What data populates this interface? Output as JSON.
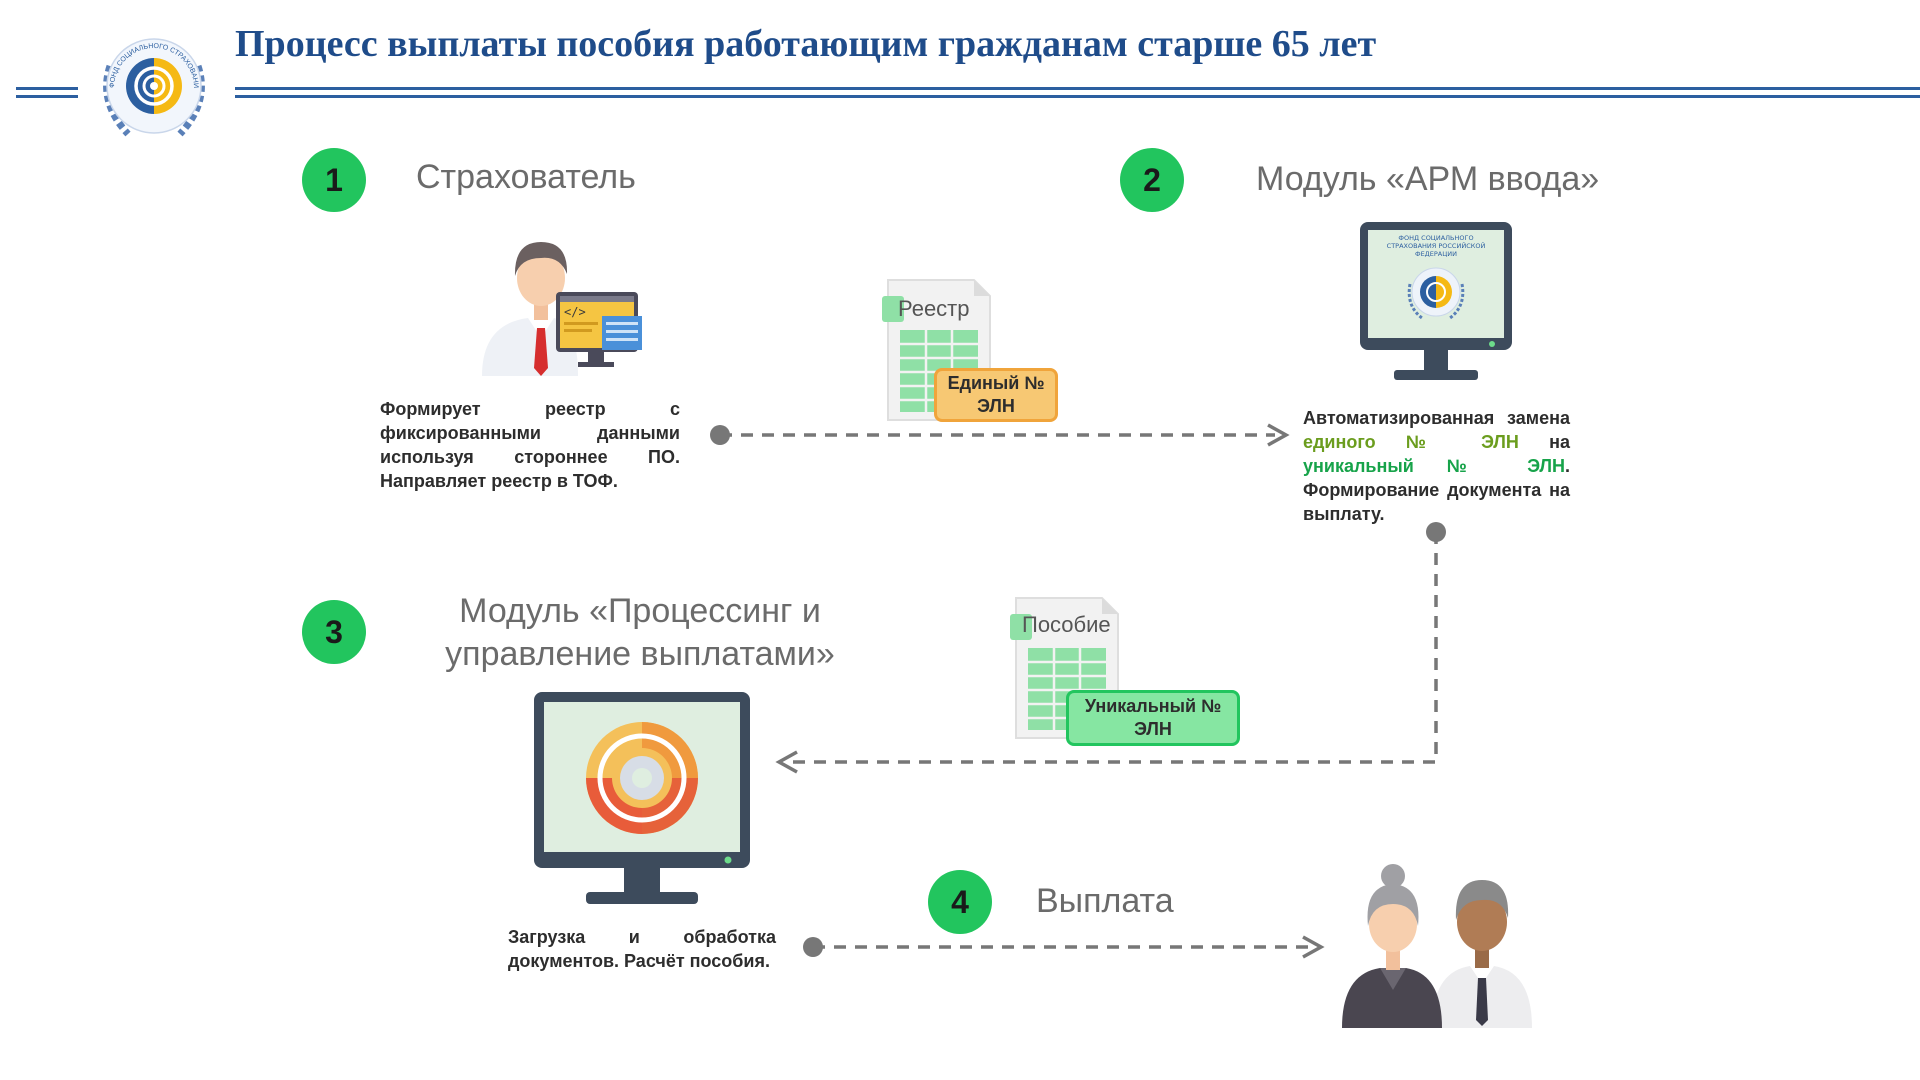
{
  "header": {
    "title": "Процесс выплаты пособия работающим гражданам старше 65 лет",
    "logo_text": "ФОНД СОЦИАЛЬНОГО СТРАХОВАНИЯ РОССИЙСКОЙ ФЕДЕРАЦИИ"
  },
  "colors": {
    "accent_blue": "#2c5fa0",
    "step_green": "#22c55e",
    "badge_orange": "#f0a43b"
  },
  "steps": [
    {
      "number": "1",
      "title": "Страхователь",
      "description": "Формирует реестр с фиксированными данными используя стороннее ПО. Направляет реестр в ТОФ."
    },
    {
      "number": "2",
      "title": "Модуль «АРМ ввода»",
      "description": {
        "p1": "Автоматизированная замена ",
        "h1": "единого № ЭЛН",
        "p2": " на ",
        "h2": "уникальный № ЭЛН",
        "p3": ". Формирование документа на выплату."
      },
      "screen_text": "ФОНД СОЦИАЛЬНОГО СТРАХОВАНИЯ РОССИЙСКОЙ ФЕДЕРАЦИИ"
    },
    {
      "number": "3",
      "title": "Модуль «Процессинг и управление выплатами»",
      "description": "Загрузка и обработка документов. Расчёт пособия."
    },
    {
      "number": "4",
      "title": "Выплата"
    }
  ],
  "documents": [
    {
      "label": "Реестр",
      "badge": "Единый № ЭЛН"
    },
    {
      "label": "Пособие",
      "badge": "Уникальный № ЭЛН"
    }
  ]
}
